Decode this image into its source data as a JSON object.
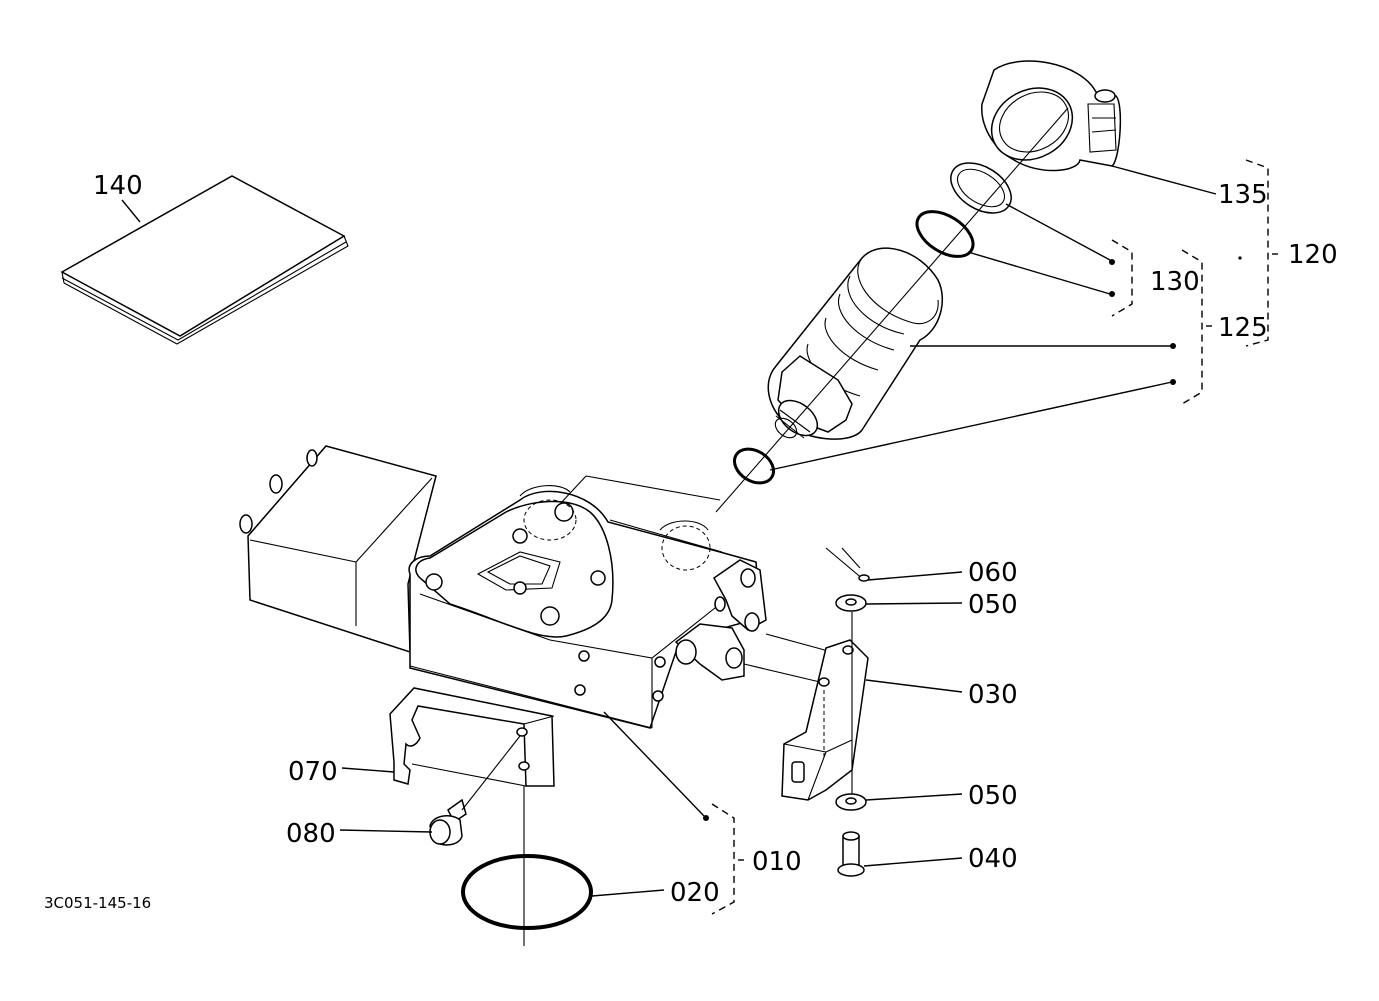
{
  "labels": {
    "p010": "010",
    "p020": "020",
    "p030": "030",
    "p040": "040",
    "p050a": "050",
    "p050b": "050",
    "p060": "060",
    "p070": "070",
    "p080": "080",
    "p120": "120",
    "p125": "125",
    "p130": "130",
    "p135": "135",
    "p140": "140"
  },
  "drawing_code": "3C051-145-16"
}
